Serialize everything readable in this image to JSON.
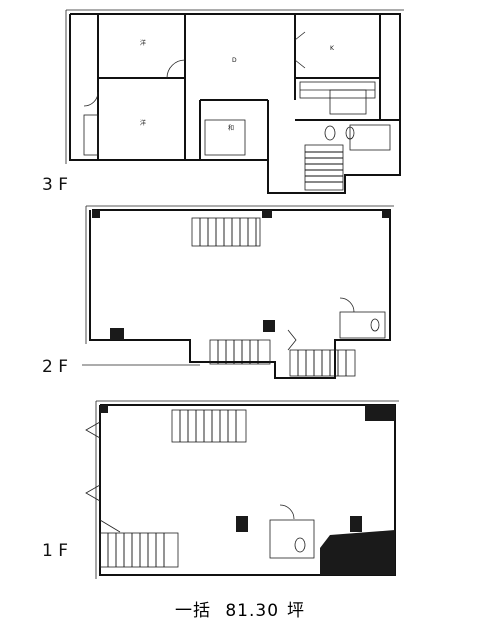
{
  "floors": [
    {
      "id": "3F",
      "label": "3 F",
      "rooms": [
        "洋",
        "洋",
        "D",
        "K",
        "和"
      ]
    },
    {
      "id": "2F",
      "label": "2 F",
      "rooms": []
    },
    {
      "id": "1F",
      "label": "1 F",
      "rooms": []
    }
  ],
  "caption": {
    "prefix": "一括",
    "value": "81.30",
    "unit": "坪"
  }
}
